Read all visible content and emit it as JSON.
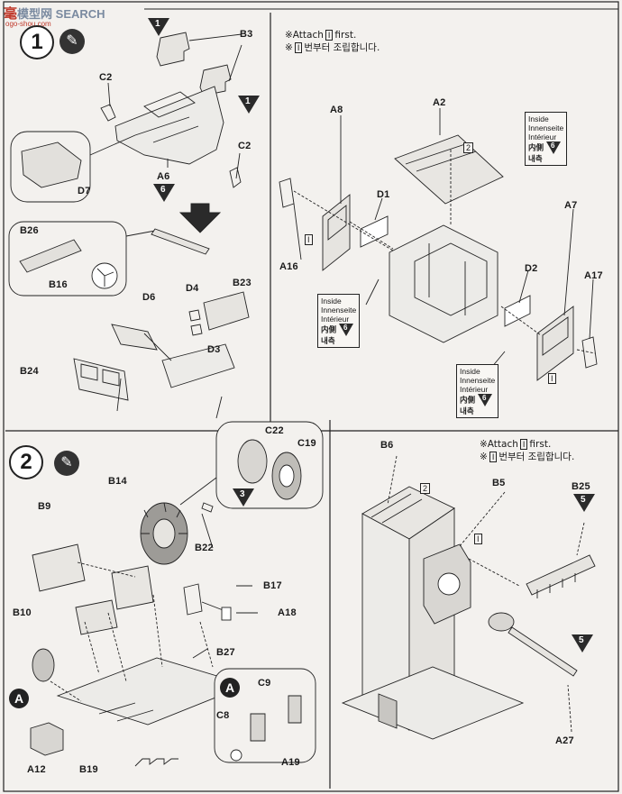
{
  "watermark": {
    "cn": "毫",
    "text": "模型网",
    "en": "SEARCH",
    "url": "ogo-shou.com"
  },
  "steps": [
    {
      "number": "1"
    },
    {
      "number": "2"
    }
  ],
  "step1": {
    "left_labels": {
      "B3": "B3",
      "C2a": "C2",
      "C2b": "C2",
      "A6": "A6",
      "D7": "D7",
      "B26": "B26",
      "B16": "B16",
      "D6": "D6",
      "D4": "D4",
      "B23": "B23",
      "D3": "D3",
      "B24": "B24"
    },
    "left_refs": {
      "r1a": "1",
      "r1b": "1",
      "r6": "6"
    },
    "right": {
      "note_line1_prefix": "※Attach",
      "note_box": "I",
      "note_line1_suffix": "first.",
      "note_line2_prefix": "※",
      "note_line2_box": "I",
      "note_line2_suffix": "번부터 조립합니다.",
      "labels": {
        "A8": "A8",
        "A2": "A2",
        "D1": "D1",
        "A16": "A16",
        "D2": "D2",
        "A7": "A7",
        "A17": "A17"
      },
      "box_2": "2",
      "box_i1": "I",
      "box_i2": "I",
      "callouts": [
        {
          "en": "Inside",
          "de": "Innenseite",
          "fr": "Intérieur",
          "jp": "内側",
          "kr": "내측",
          "ref": "6"
        },
        {
          "en": "Inside",
          "de": "Innenseite",
          "fr": "Intérieur",
          "jp": "内側",
          "kr": "내측",
          "ref": "6"
        },
        {
          "en": "Inside",
          "de": "Innenseite",
          "fr": "Intérieur",
          "jp": "内側",
          "kr": "내측",
          "ref": "6"
        }
      ]
    }
  },
  "step2": {
    "left_labels": {
      "C22": "C22",
      "C19": "C19",
      "B14": "B14",
      "B9": "B9",
      "B22": "B22",
      "B17": "B17",
      "A18": "A18",
      "B10": "B10",
      "B27": "B27",
      "C9": "C9",
      "C8": "C8",
      "A19": "A19",
      "A12": "A12",
      "B19": "B19"
    },
    "left_refs": {
      "r3": "3"
    },
    "sub_a": "A",
    "right": {
      "note_line1_prefix": "※Attach",
      "note_box": "I",
      "note_line1_suffix": "first.",
      "note_line2_prefix": "※",
      "note_line2_box": "I",
      "note_line2_suffix": "번부터 조립합니다.",
      "labels": {
        "B6": "B6",
        "B5": "B5",
        "B25": "B25",
        "A27": "A27"
      },
      "box_2": "2",
      "box_i": "I",
      "refs": {
        "r5a": "5",
        "r5b": "5"
      }
    }
  }
}
